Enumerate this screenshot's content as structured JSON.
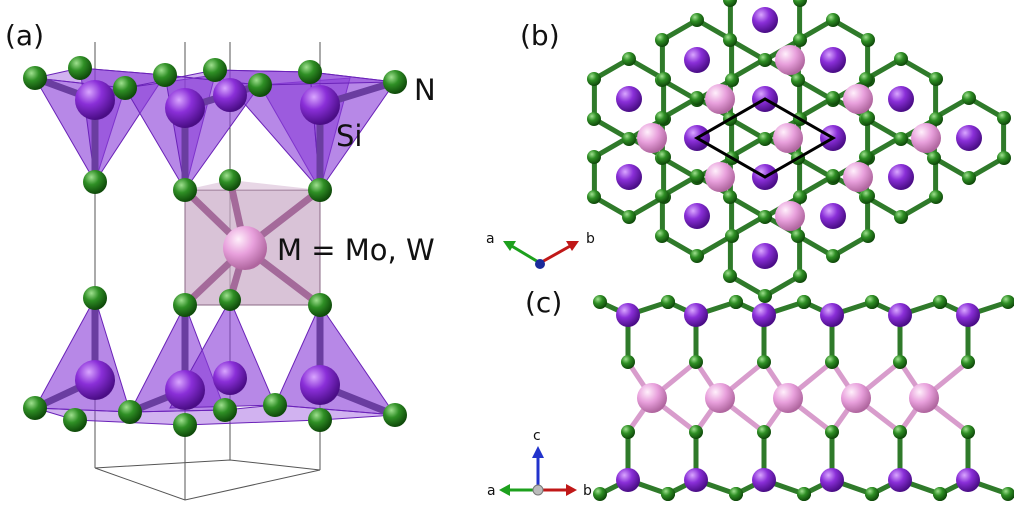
{
  "panels": {
    "a": "(a)",
    "b": "(b)",
    "c": "(c)"
  },
  "labels": {
    "nitrogen": "N",
    "silicon": "Si",
    "metal": "M = Mo, W"
  },
  "axes": {
    "top": {
      "a": "a",
      "b": "b"
    },
    "bottom": {
      "c": "c",
      "a": "a",
      "b": "b"
    }
  },
  "colors": {
    "silicon": "#8a2fd8",
    "nitrogen": "#2a8a22",
    "metal": "#e8a0dc",
    "tetrahedron": "#8b3fd9",
    "octahedron": "#c9a9c6",
    "cell": "#000000"
  }
}
